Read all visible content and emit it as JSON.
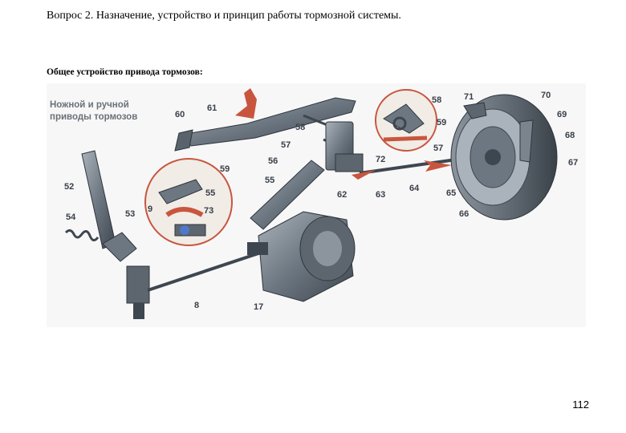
{
  "document": {
    "heading": "Вопрос 2. Назначение, устройство и принцип работы тормозной системы.",
    "subheading": "Общее устройство привода тормозов:",
    "page_number": "112"
  },
  "figure": {
    "caption_line1": "Ножной и ручной",
    "caption_line2": "приводы тормозов",
    "labels": {
      "n60": "60",
      "n61": "61",
      "n59a": "59",
      "n58a": "58",
      "n57a": "57",
      "n56": "56",
      "n55a": "55",
      "n52": "52",
      "n54": "54",
      "n53": "53",
      "n55b": "55",
      "n9": "9",
      "n73": "73",
      "n8": "8",
      "n17": "17",
      "n58b": "58",
      "n59b": "59",
      "n57b": "57",
      "n72": "72",
      "n62": "62",
      "n63": "63",
      "n64": "64",
      "n71": "71",
      "n70": "70",
      "n69": "69",
      "n68": "68",
      "n67": "67",
      "n65": "65",
      "n66": "66"
    },
    "colors": {
      "metal_dark": "#3e464f",
      "metal_mid": "#6d7781",
      "metal_light": "#aab3bb",
      "arrow_red": "#c8563e",
      "inset_fill": "#f1ece6"
    }
  }
}
